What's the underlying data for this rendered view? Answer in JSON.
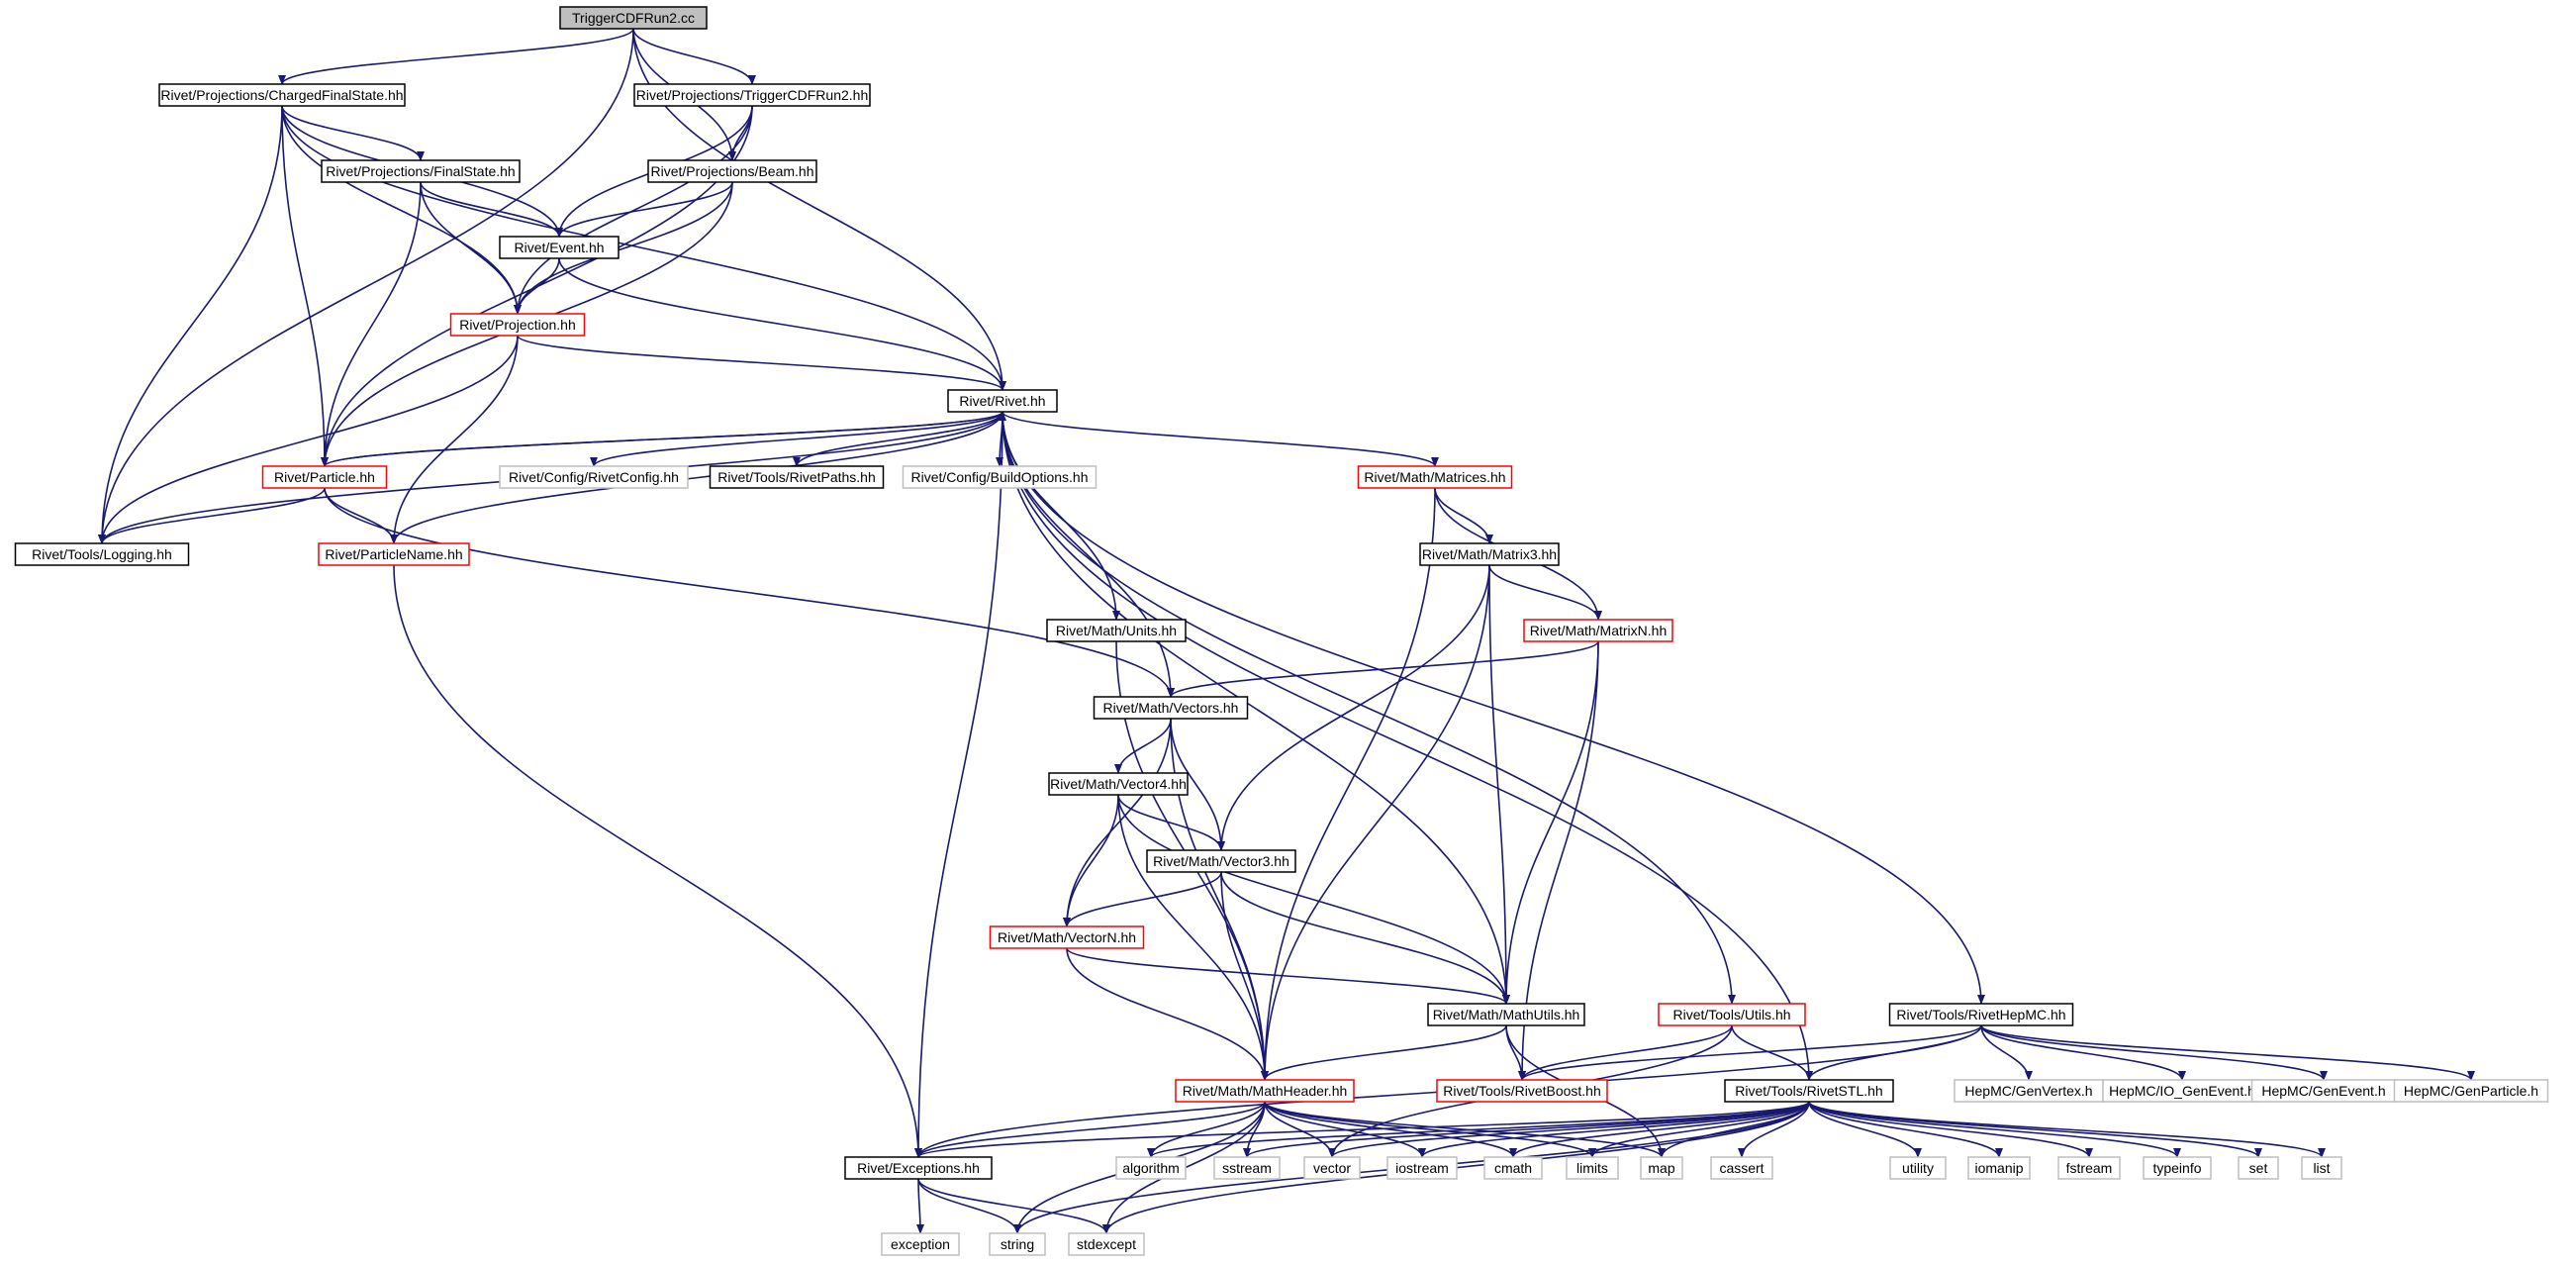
{
  "colors": {
    "edge": "#191970",
    "root_fill": "#bfbfbf",
    "border_normal": "#000000",
    "border_truncated": "#ff0000",
    "border_external": "#bfbfbf"
  },
  "nodes": [
    {
      "id": "trigger_cc",
      "label": "TriggerCDFRun2.cc",
      "kind": "root"
    },
    {
      "id": "cfs",
      "label": "Rivet/Projections/ChargedFinalState.hh",
      "kind": "normal"
    },
    {
      "id": "tcr2",
      "label": "Rivet/Projections/TriggerCDFRun2.hh",
      "kind": "normal"
    },
    {
      "id": "fs",
      "label": "Rivet/Projections/FinalState.hh",
      "kind": "normal"
    },
    {
      "id": "beam",
      "label": "Rivet/Projections/Beam.hh",
      "kind": "normal"
    },
    {
      "id": "event",
      "label": "Rivet/Event.hh",
      "kind": "normal"
    },
    {
      "id": "proj",
      "label": "Rivet/Projection.hh",
      "kind": "truncated"
    },
    {
      "id": "rivet",
      "label": "Rivet/Rivet.hh",
      "kind": "normal"
    },
    {
      "id": "particle",
      "label": "Rivet/Particle.hh",
      "kind": "truncated"
    },
    {
      "id": "rivetconfig",
      "label": "Rivet/Config/RivetConfig.hh",
      "kind": "external"
    },
    {
      "id": "rivetpaths",
      "label": "Rivet/Tools/RivetPaths.hh",
      "kind": "normal"
    },
    {
      "id": "buildoptions",
      "label": "Rivet/Config/BuildOptions.hh",
      "kind": "external"
    },
    {
      "id": "matrices",
      "label": "Rivet/Math/Matrices.hh",
      "kind": "truncated"
    },
    {
      "id": "logging",
      "label": "Rivet/Tools/Logging.hh",
      "kind": "normal"
    },
    {
      "id": "pname",
      "label": "Rivet/ParticleName.hh",
      "kind": "truncated"
    },
    {
      "id": "matrix3",
      "label": "Rivet/Math/Matrix3.hh",
      "kind": "normal"
    },
    {
      "id": "units",
      "label": "Rivet/Math/Units.hh",
      "kind": "normal"
    },
    {
      "id": "matrixn",
      "label": "Rivet/Math/MatrixN.hh",
      "kind": "truncated"
    },
    {
      "id": "vectors",
      "label": "Rivet/Math/Vectors.hh",
      "kind": "normal"
    },
    {
      "id": "vector4",
      "label": "Rivet/Math/Vector4.hh",
      "kind": "normal"
    },
    {
      "id": "vector3",
      "label": "Rivet/Math/Vector3.hh",
      "kind": "normal"
    },
    {
      "id": "vectorn",
      "label": "Rivet/Math/VectorN.hh",
      "kind": "truncated"
    },
    {
      "id": "mathutils",
      "label": "Rivet/Math/MathUtils.hh",
      "kind": "normal"
    },
    {
      "id": "toolsutils",
      "label": "Rivet/Tools/Utils.hh",
      "kind": "truncated"
    },
    {
      "id": "rhepmc",
      "label": "Rivet/Tools/RivetHepMC.hh",
      "kind": "normal"
    },
    {
      "id": "mathheader",
      "label": "Rivet/Math/MathHeader.hh",
      "kind": "truncated"
    },
    {
      "id": "rboost",
      "label": "Rivet/Tools/RivetBoost.hh",
      "kind": "truncated"
    },
    {
      "id": "rstl",
      "label": "Rivet/Tools/RivetSTL.hh",
      "kind": "normal"
    },
    {
      "id": "genvertex",
      "label": "HepMC/GenVertex.h",
      "kind": "external"
    },
    {
      "id": "ioge",
      "label": "HepMC/IO_GenEvent.h",
      "kind": "external"
    },
    {
      "id": "genevent",
      "label": "HepMC/GenEvent.h",
      "kind": "external"
    },
    {
      "id": "genparticle",
      "label": "HepMC/GenParticle.h",
      "kind": "external"
    },
    {
      "id": "exceptions",
      "label": "Rivet/Exceptions.hh",
      "kind": "normal"
    },
    {
      "id": "algorithm",
      "label": "algorithm",
      "kind": "external"
    },
    {
      "id": "sstream",
      "label": "sstream",
      "kind": "external"
    },
    {
      "id": "vector",
      "label": "vector",
      "kind": "external"
    },
    {
      "id": "iostream",
      "label": "iostream",
      "kind": "external"
    },
    {
      "id": "cmath",
      "label": "cmath",
      "kind": "external"
    },
    {
      "id": "limits",
      "label": "limits",
      "kind": "external"
    },
    {
      "id": "map",
      "label": "map",
      "kind": "external"
    },
    {
      "id": "cassert",
      "label": "cassert",
      "kind": "external"
    },
    {
      "id": "utility",
      "label": "utility",
      "kind": "external"
    },
    {
      "id": "iomanip",
      "label": "iomanip",
      "kind": "external"
    },
    {
      "id": "fstream",
      "label": "fstream",
      "kind": "external"
    },
    {
      "id": "typeinfo",
      "label": "typeinfo",
      "kind": "external"
    },
    {
      "id": "set",
      "label": "set",
      "kind": "external"
    },
    {
      "id": "list",
      "label": "list",
      "kind": "external"
    },
    {
      "id": "exception",
      "label": "exception",
      "kind": "external"
    },
    {
      "id": "string",
      "label": "string",
      "kind": "external"
    },
    {
      "id": "stdexcept",
      "label": "stdexcept",
      "kind": "external"
    }
  ],
  "edges": [
    [
      "trigger_cc",
      "cfs"
    ],
    [
      "trigger_cc",
      "tcr2"
    ],
    [
      "trigger_cc",
      "beam"
    ],
    [
      "trigger_cc",
      "rivet"
    ],
    [
      "trigger_cc",
      "logging"
    ],
    [
      "cfs",
      "fs"
    ],
    [
      "cfs",
      "event"
    ],
    [
      "cfs",
      "proj"
    ],
    [
      "cfs",
      "rivet"
    ],
    [
      "cfs",
      "particle"
    ],
    [
      "cfs",
      "logging"
    ],
    [
      "tcr2",
      "beam"
    ],
    [
      "tcr2",
      "event"
    ],
    [
      "tcr2",
      "proj"
    ],
    [
      "tcr2",
      "particle"
    ],
    [
      "fs",
      "event"
    ],
    [
      "fs",
      "proj"
    ],
    [
      "fs",
      "particle"
    ],
    [
      "beam",
      "event"
    ],
    [
      "beam",
      "proj"
    ],
    [
      "beam",
      "particle"
    ],
    [
      "event",
      "proj"
    ],
    [
      "event",
      "rivet"
    ],
    [
      "proj",
      "rivet"
    ],
    [
      "proj",
      "logging"
    ],
    [
      "proj",
      "pname"
    ],
    [
      "rivet",
      "particle"
    ],
    [
      "rivet",
      "rivetconfig"
    ],
    [
      "rivet",
      "rivetpaths"
    ],
    [
      "rivet",
      "buildoptions"
    ],
    [
      "rivet",
      "matrices"
    ],
    [
      "rivet",
      "logging"
    ],
    [
      "rivet",
      "pname"
    ],
    [
      "rivet",
      "units"
    ],
    [
      "rivet",
      "vectors"
    ],
    [
      "rivet",
      "mathutils"
    ],
    [
      "rivet",
      "toolsutils"
    ],
    [
      "rivet",
      "rstl"
    ],
    [
      "rivet",
      "rhepmc"
    ],
    [
      "rivet",
      "exceptions"
    ],
    [
      "particle",
      "rivet"
    ],
    [
      "particle",
      "logging"
    ],
    [
      "particle",
      "pname"
    ],
    [
      "particle",
      "vectors"
    ],
    [
      "pname",
      "exceptions"
    ],
    [
      "matrices",
      "matrix3"
    ],
    [
      "matrices",
      "matrixn"
    ],
    [
      "matrices",
      "mathheader"
    ],
    [
      "matrix3",
      "matrixn"
    ],
    [
      "matrix3",
      "vector3"
    ],
    [
      "matrix3",
      "mathutils"
    ],
    [
      "matrix3",
      "mathheader"
    ],
    [
      "units",
      "mathheader"
    ],
    [
      "matrixn",
      "vectors"
    ],
    [
      "matrixn",
      "mathutils"
    ],
    [
      "matrixn",
      "rboost"
    ],
    [
      "vectors",
      "vector4"
    ],
    [
      "vectors",
      "vector3"
    ],
    [
      "vectors",
      "vectorn"
    ],
    [
      "vectors",
      "mathheader"
    ],
    [
      "vector4",
      "vector3"
    ],
    [
      "vector4",
      "vectorn"
    ],
    [
      "vector4",
      "mathutils"
    ],
    [
      "vector4",
      "mathheader"
    ],
    [
      "vector3",
      "vectorn"
    ],
    [
      "vector3",
      "mathutils"
    ],
    [
      "vector3",
      "mathheader"
    ],
    [
      "vectorn",
      "mathutils"
    ],
    [
      "vectorn",
      "mathheader"
    ],
    [
      "mathutils",
      "mathheader"
    ],
    [
      "mathutils",
      "rboost"
    ],
    [
      "mathutils",
      "map"
    ],
    [
      "toolsutils",
      "rboost"
    ],
    [
      "toolsutils",
      "rstl"
    ],
    [
      "toolsutils",
      "vector"
    ],
    [
      "rhepmc",
      "genvertex"
    ],
    [
      "rhepmc",
      "ioge"
    ],
    [
      "rhepmc",
      "genevent"
    ],
    [
      "rhepmc",
      "genparticle"
    ],
    [
      "rhepmc",
      "rstl"
    ],
    [
      "rhepmc",
      "rboost"
    ],
    [
      "rhepmc",
      "exceptions"
    ],
    [
      "mathheader",
      "exceptions"
    ],
    [
      "mathheader",
      "algorithm"
    ],
    [
      "mathheader",
      "sstream"
    ],
    [
      "mathheader",
      "vector"
    ],
    [
      "mathheader",
      "iostream"
    ],
    [
      "mathheader",
      "cmath"
    ],
    [
      "mathheader",
      "limits"
    ],
    [
      "mathheader",
      "map"
    ],
    [
      "mathheader",
      "string"
    ],
    [
      "mathheader",
      "stdexcept"
    ],
    [
      "rstl",
      "algorithm"
    ],
    [
      "rstl",
      "sstream"
    ],
    [
      "rstl",
      "vector"
    ],
    [
      "rstl",
      "iostream"
    ],
    [
      "rstl",
      "cmath"
    ],
    [
      "rstl",
      "limits"
    ],
    [
      "rstl",
      "map"
    ],
    [
      "rstl",
      "cassert"
    ],
    [
      "rstl",
      "utility"
    ],
    [
      "rstl",
      "iomanip"
    ],
    [
      "rstl",
      "fstream"
    ],
    [
      "rstl",
      "typeinfo"
    ],
    [
      "rstl",
      "set"
    ],
    [
      "rstl",
      "list"
    ],
    [
      "rstl",
      "string"
    ],
    [
      "rstl",
      "stdexcept"
    ],
    [
      "rstl",
      "exceptions"
    ],
    [
      "exceptions",
      "exception"
    ],
    [
      "exceptions",
      "string"
    ],
    [
      "exceptions",
      "stdexcept"
    ]
  ]
}
